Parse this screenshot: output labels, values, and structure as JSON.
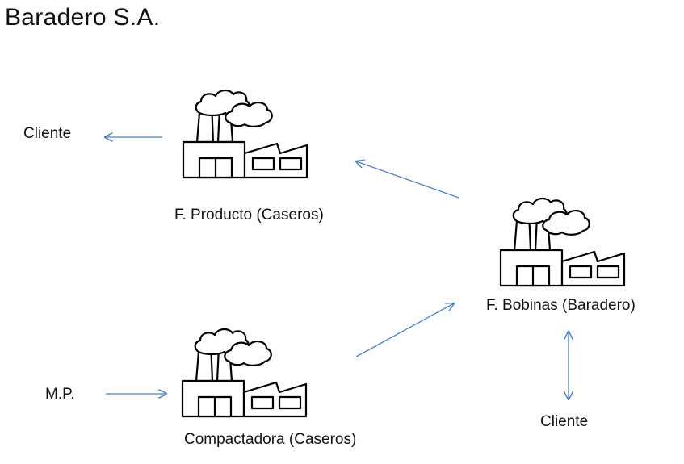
{
  "title": "Baradero S.A.",
  "nodes": {
    "producto": "F. Producto (Caseros)",
    "compactadora": "Compactadora (Caseros)",
    "bobinas": "F. Bobinas (Baradero)",
    "cliente_left": "Cliente",
    "cliente_bottom": "Cliente",
    "mp": "M.P."
  },
  "colors": {
    "arrow": "#4f81bd",
    "stroke": "#000000"
  },
  "icons": [
    "factory-icon",
    "factory-icon",
    "factory-icon"
  ]
}
